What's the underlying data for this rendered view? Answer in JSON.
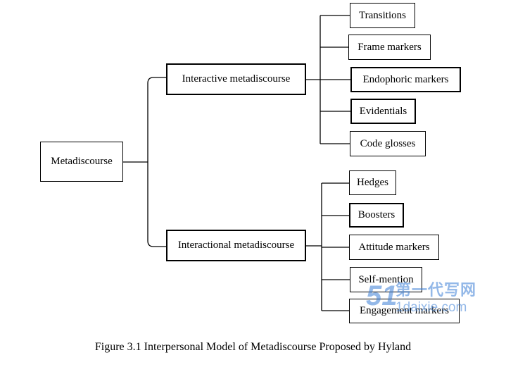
{
  "diagram": {
    "root": "Metadiscourse",
    "groups": [
      {
        "label": "Interactive metadiscourse",
        "children": [
          "Transitions",
          "Frame markers",
          "Endophoric markers",
          "Evidentials",
          "Code glosses"
        ]
      },
      {
        "label": "Interactional metadiscourse",
        "children": [
          "Hedges",
          "Boosters",
          "Attitude markers",
          "Self-mention",
          "Engagement markers"
        ]
      }
    ]
  },
  "caption": "Figure 3.1 Interpersonal Model of Metadiscourse Proposed by Hyland",
  "watermark": {
    "line1": "第一代写网",
    "line2": "1daixie.com",
    "logo": "51",
    "color": "#3b7fd6"
  }
}
